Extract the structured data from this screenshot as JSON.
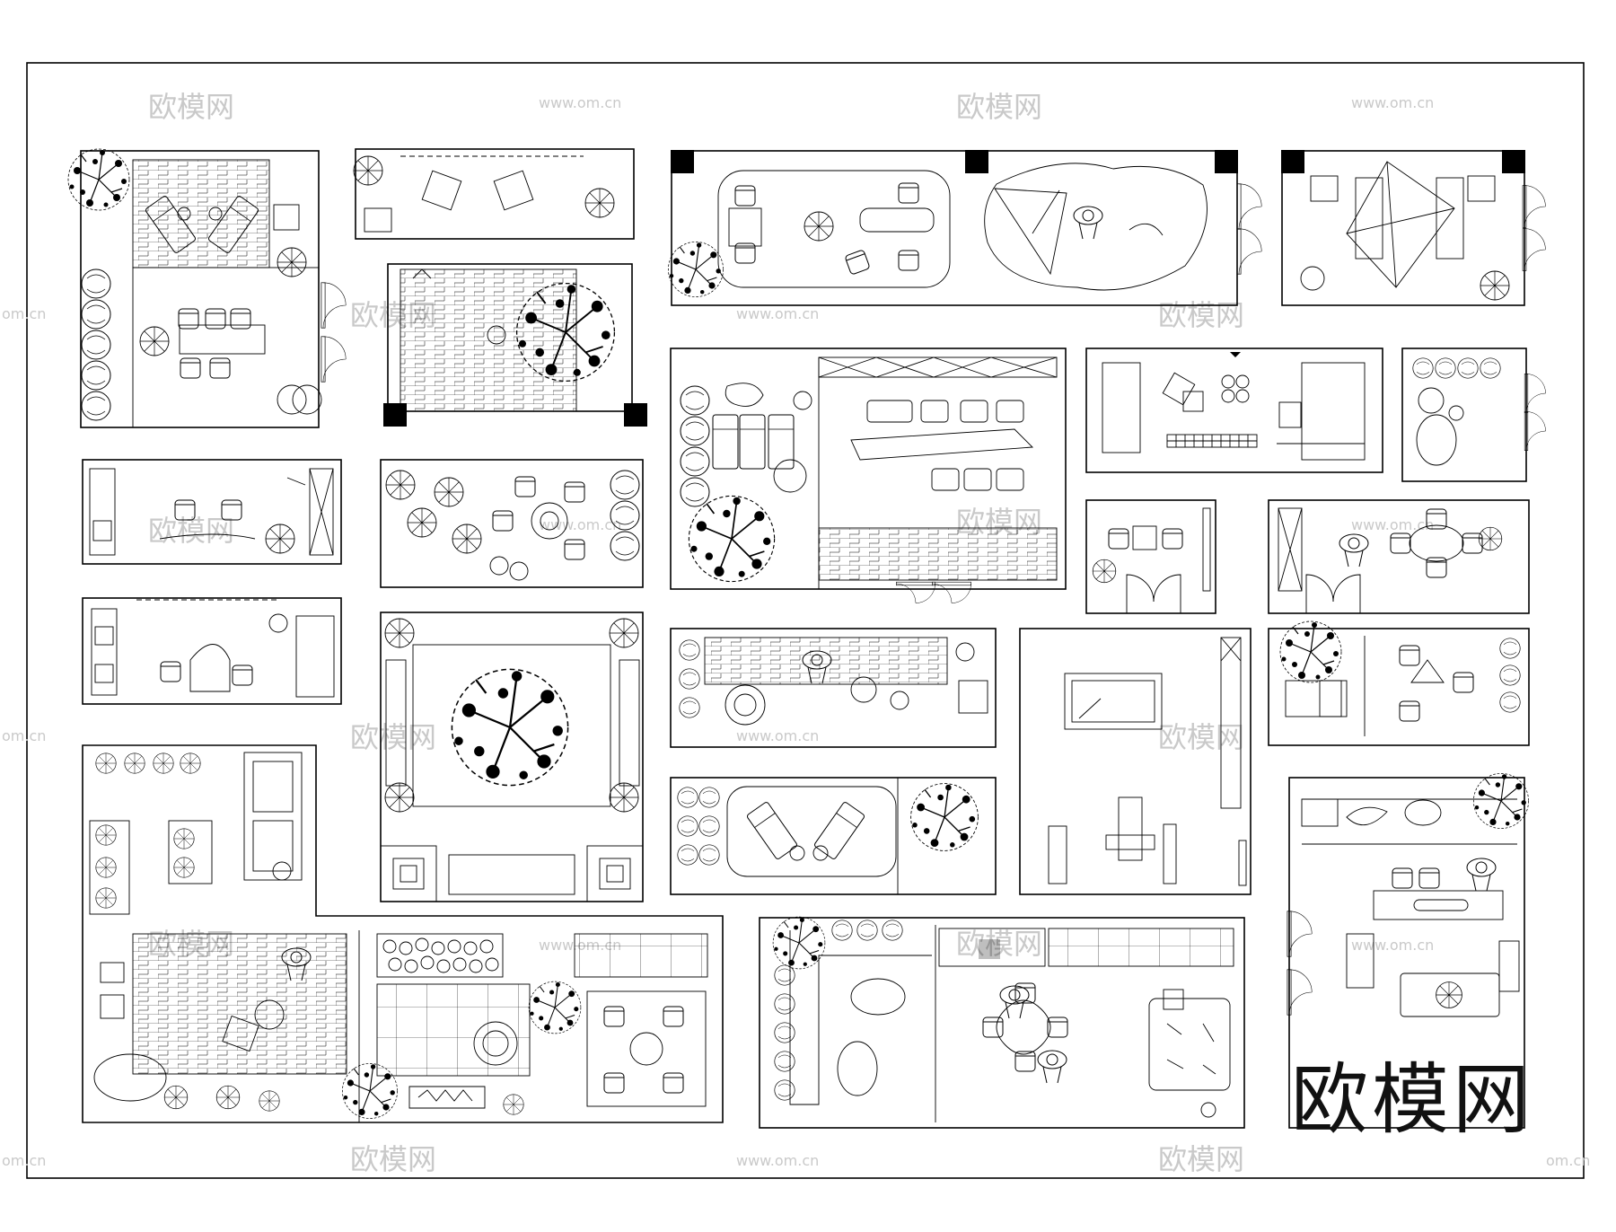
{
  "watermark": {
    "brand_cn": "欧模网",
    "site": "www.om.cn",
    "site_short": "om.cn"
  },
  "logo": {
    "text": "欧模网"
  },
  "colors": {
    "ink": "#000000",
    "watermark": "#c9c9c9",
    "paper": "#ffffff"
  },
  "icons": [
    "tree-icon",
    "shrub-icon",
    "chair-icon",
    "table-icon",
    "sunbed-icon",
    "pool-icon",
    "billiard-table-icon",
    "gym-equipment-icon",
    "person-icon",
    "column-icon"
  ]
}
